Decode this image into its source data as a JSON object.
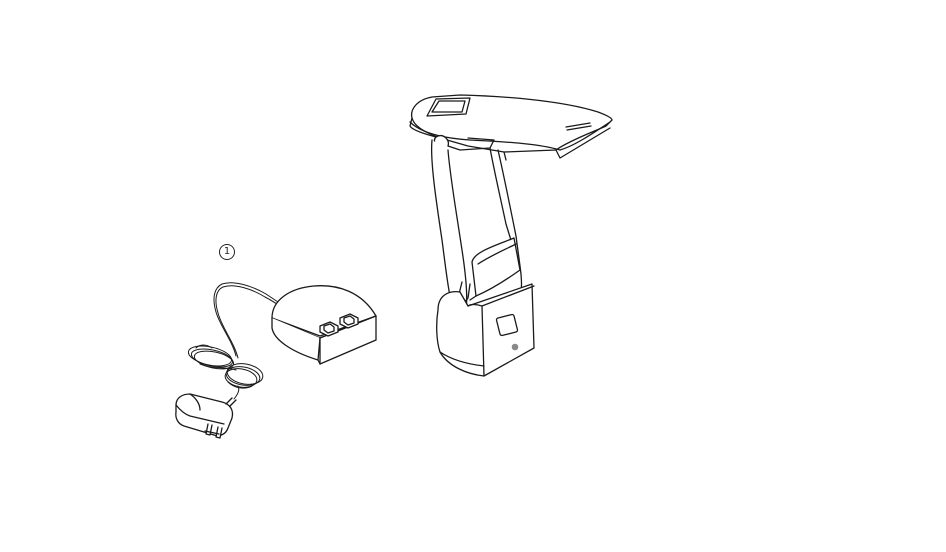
{
  "callouts": [
    {
      "label": "1"
    }
  ],
  "colors": {
    "line": "#1a1a1a",
    "background": "#ffffff",
    "button_dot": "#888888"
  },
  "parts": {
    "adapter": "wall-plug-adapter-icon",
    "cord": "coiled-cord",
    "charging_base": "charging-base-unit",
    "lamp": "folding-desk-lamp"
  }
}
